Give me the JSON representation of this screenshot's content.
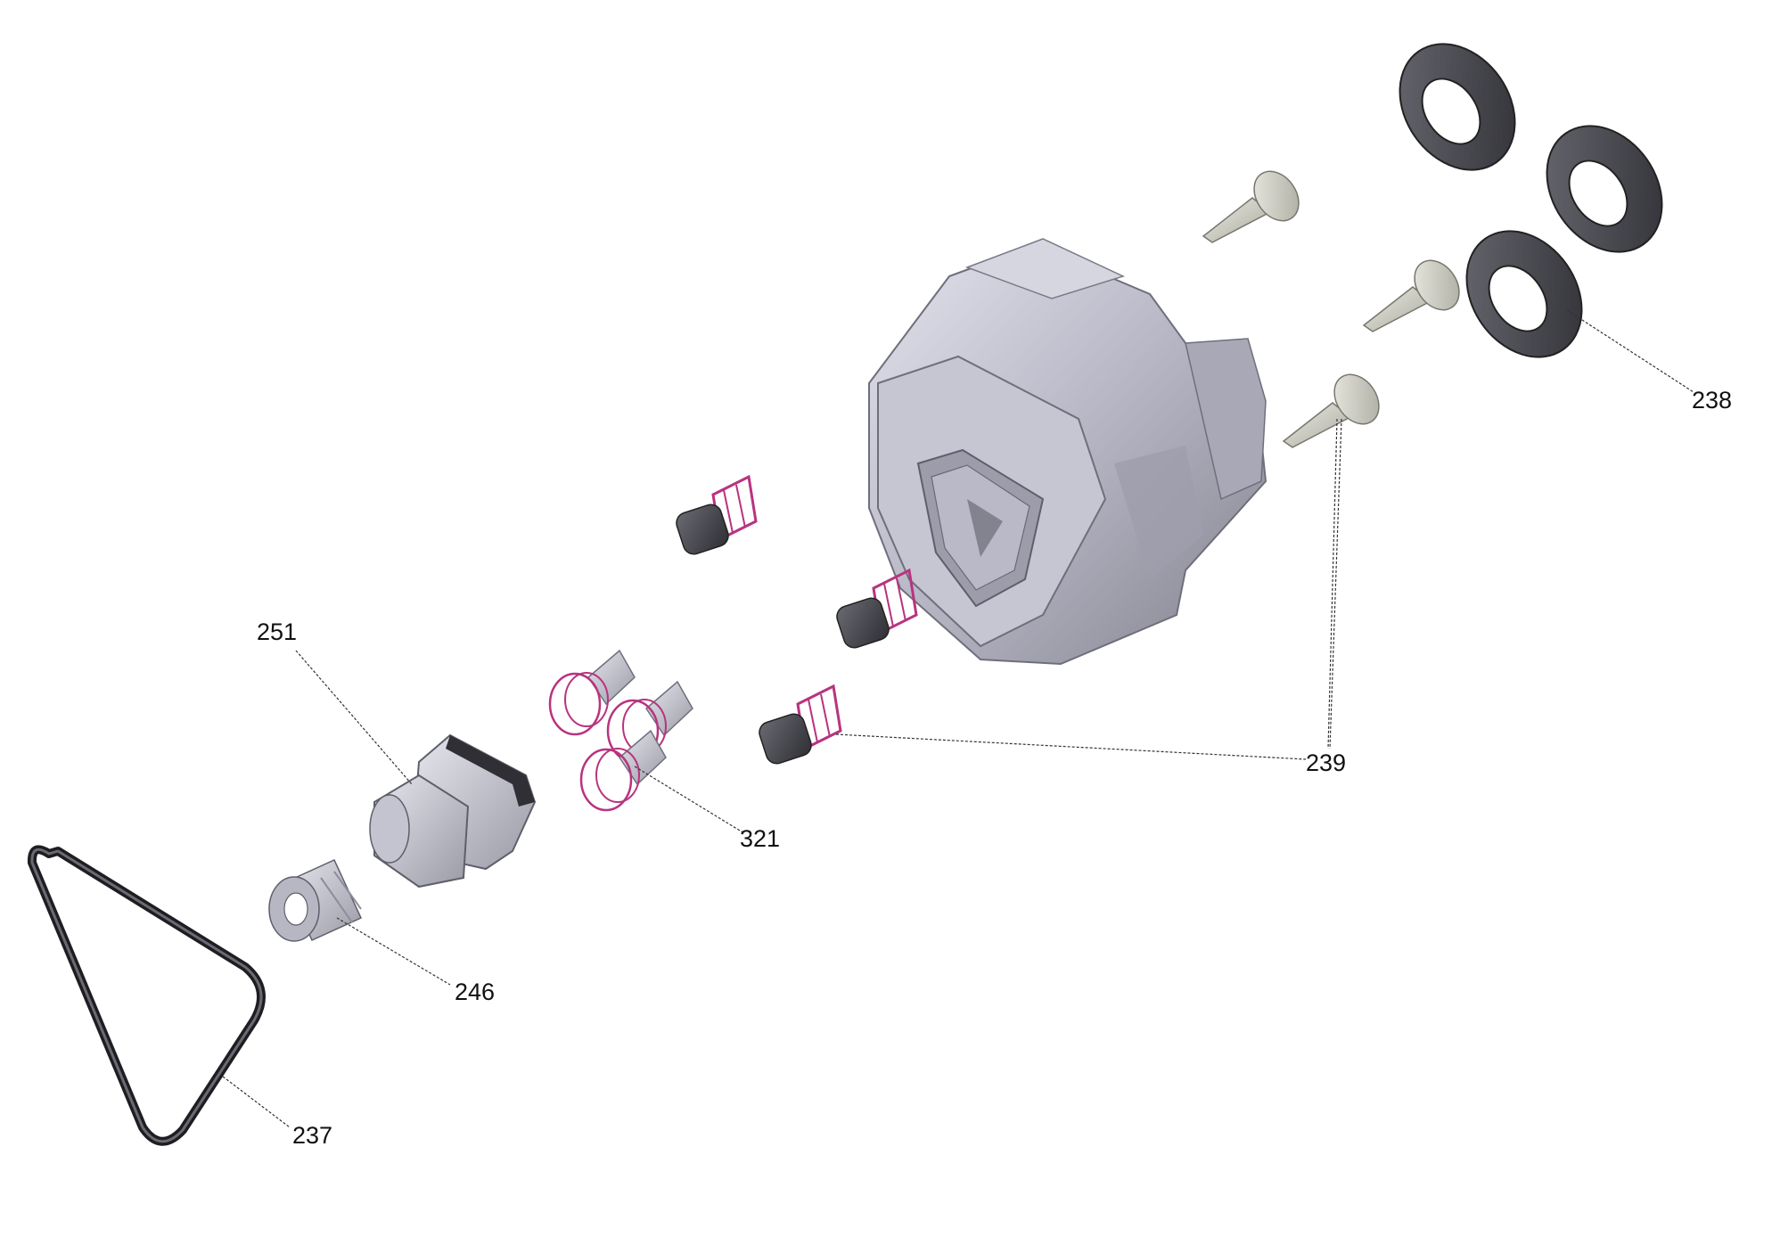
{
  "colors": {
    "housing": "#b9b9c6",
    "housing_dark": "#8c8c99",
    "housing_light": "#dcdce6",
    "rubber": "#4a4a52",
    "rubber_dark": "#2c2c32",
    "spring": "#b8337f",
    "valve_stem": "#cfcfc4",
    "ink": "#111111"
  },
  "callouts": {
    "c238": "238",
    "c239": "239",
    "c251": "251",
    "c321": "321",
    "c246": "246",
    "c237": "237"
  },
  "parts": [
    {
      "number": "237",
      "icon": "o-ring-triangular-icon"
    },
    {
      "number": "238",
      "icon": "seal-ring-icon"
    },
    {
      "number": "239",
      "icon": "valve-icon"
    },
    {
      "number": "246",
      "icon": "filter-sleeve-icon"
    },
    {
      "number": "251",
      "icon": "plug-fitting-icon"
    },
    {
      "number": "321",
      "icon": "spring-valve-icon"
    }
  ]
}
